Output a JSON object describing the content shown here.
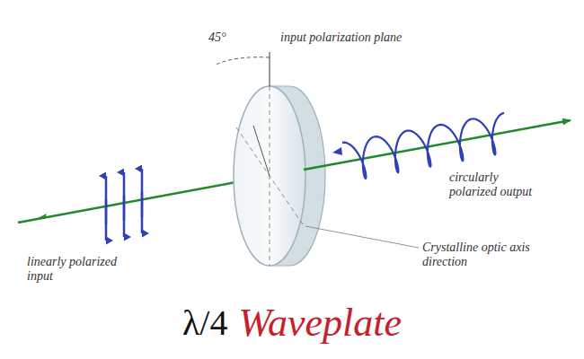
{
  "diagram": {
    "labels": [
      "45°",
      "input polarization plane",
      "circularly polarized output",
      "linearly polarized input",
      "Crystalline optic axis direction",
      "λ/4",
      "Waveplate"
    ]
  }
}
